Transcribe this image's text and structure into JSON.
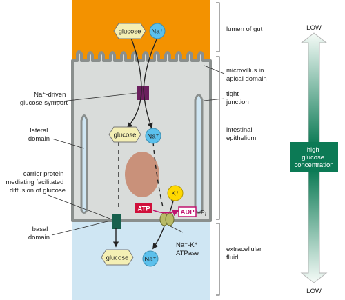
{
  "labels": {
    "lumen_of_gut": "lumen of gut",
    "microvillus": [
      "microvillus in",
      "apical domain"
    ],
    "tight_junction": [
      "tight",
      "junction"
    ],
    "intestinal_epithelium": [
      "intestinal",
      "epithelium"
    ],
    "extracellular_fluid": [
      "extracellular",
      "fluid"
    ],
    "na_driven_symport": [
      "Na⁺-driven",
      "glucose symport"
    ],
    "lateral_domain": [
      "lateral",
      "domain"
    ],
    "carrier_protein": [
      "carrier protein",
      "mediating facilitated",
      "diffusion of glucose"
    ],
    "basal_domain": [
      "basal",
      "domain"
    ],
    "na_k_atpase": [
      "Na⁺-K⁺",
      "ATPase"
    ]
  },
  "molecules": {
    "glucose": "glucose",
    "na": "Na⁺",
    "k": "K⁺",
    "atp": "ATP",
    "adp": "ADP",
    "pi": "+P",
    "pi_sub": "i"
  },
  "gradient": {
    "top": "LOW",
    "bottom": "LOW",
    "middle": [
      "high",
      "glucose",
      "concentration"
    ]
  },
  "colors": {
    "lumen": "#f39200",
    "cell": "#d9dcda",
    "membrane": "#8a8f8d",
    "extracellular": "#cfe6f3",
    "glucose_fill": "#f4efb4",
    "na_fill": "#5bc0ec",
    "k_fill": "#ffd800",
    "symporter": "#6b1f5e",
    "carrier": "#17604d",
    "atpase": "#b8ba66",
    "atp": "#d0103a",
    "adp_border": "#c0136e",
    "nucleus": "#c9917a",
    "arrow_dark": "#0c7a55",
    "arrow_light": "#f5fbf7"
  }
}
